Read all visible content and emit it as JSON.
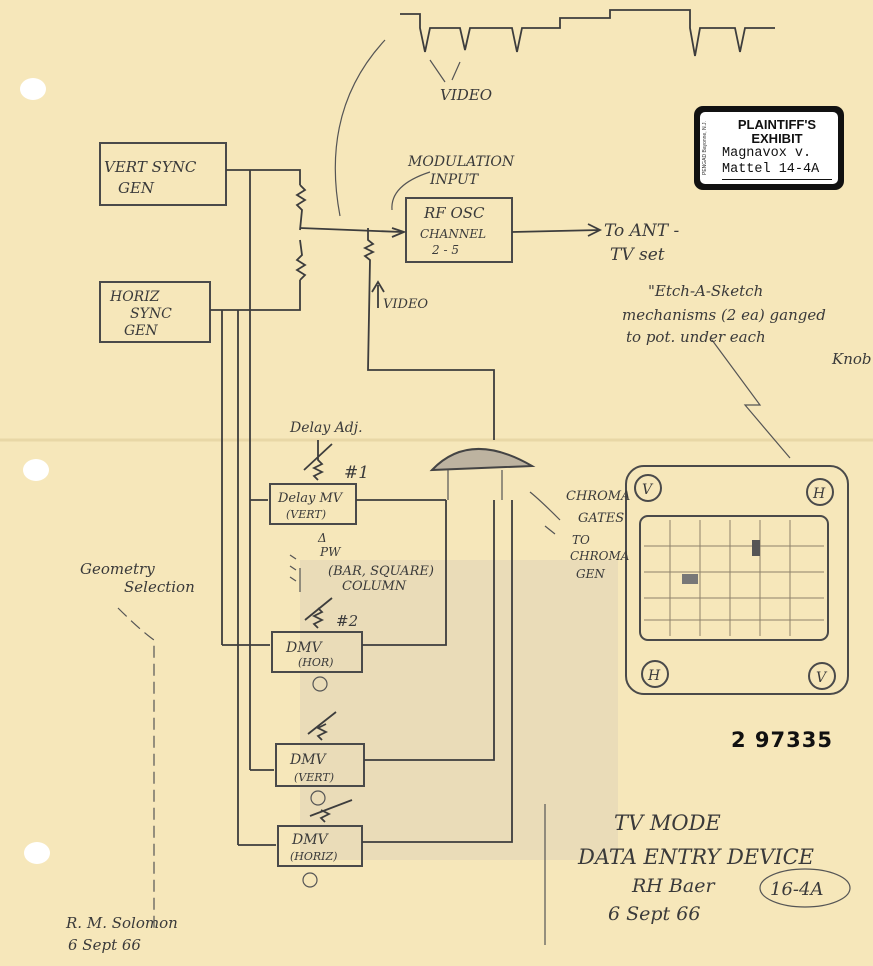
{
  "exhibit_label": {
    "title_line1": "PLAINTIFF'S",
    "title_line2": "EXHIBIT",
    "line1": "Magnavox v.",
    "line2": "Mattel  14-4A",
    "side_text": "PENGAD Bayonne, N.J."
  },
  "document_number": "2 97335",
  "blocks": {
    "vert_sync_gen": [
      "VERT SYNC",
      "GEN"
    ],
    "horiz_sync_gen": [
      "HORIZ",
      "SYNC",
      "GEN"
    ],
    "rf_osc": [
      "RF OSC",
      "CHANNEL",
      "2 - 5"
    ],
    "delay_mv_1": [
      "Delay MV",
      "(VERT)"
    ],
    "dmv_2": [
      "DMV",
      "(HOR)"
    ],
    "dmv_3": [
      "DMV",
      "(VERT)"
    ],
    "dmv_4": [
      "DMV",
      "(HORIZ)"
    ]
  },
  "annotations": {
    "video_top": "VIDEO",
    "modulation_input": [
      "MODULATION",
      "INPUT"
    ],
    "to_ant": [
      "To ANT -",
      "TV set"
    ],
    "video_arrow": "VIDEO",
    "etch_note": [
      "\"Etch-A-Sketch",
      "mechanisms (2 ea) ganged",
      "to pot. under each",
      "Knob"
    ],
    "delay_adj": "Delay Adj.",
    "num1": "#1",
    "num2": "#2",
    "pw": [
      "Δ",
      "PW"
    ],
    "bar_square": [
      "(BAR, SQUARE)",
      "COLUMN"
    ],
    "geometry": [
      "Geometry",
      "Selection"
    ],
    "chroma_gates": [
      "CHROMA",
      "GATES"
    ],
    "to_chroma_gen": [
      "TO",
      "CHROMA",
      "GEN"
    ],
    "tv_mode": "TV MODE",
    "data_entry_device": "DATA ENTRY DEVICE",
    "signature_right": [
      "RH Baer",
      "6 Sept 66"
    ],
    "exhibit_circle": "16-4A",
    "signature_left": [
      "R. M. Solomon",
      "6 Sept 66"
    ]
  },
  "knob_labels": {
    "top_left": "V",
    "top_right": "H",
    "bottom_left": "H",
    "bottom_right": "V"
  }
}
